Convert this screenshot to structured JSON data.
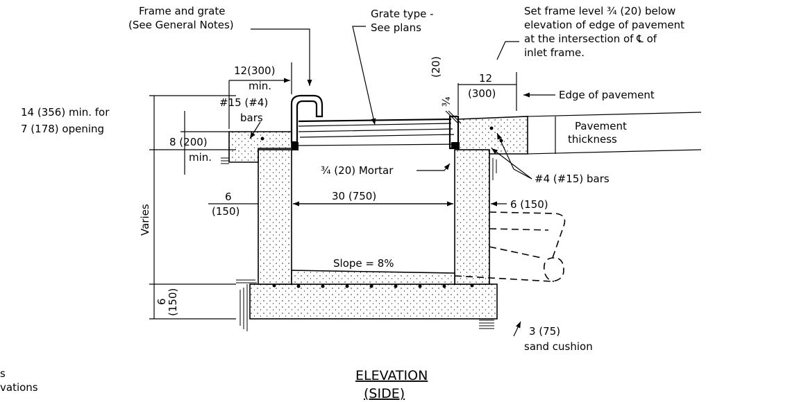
{
  "labels": {
    "frame_grate_1": "Frame and grate",
    "frame_grate_2": "(See General Notes)",
    "grate_type_1": "Grate type -",
    "grate_type_2": "See plans",
    "set_frame_1": "Set frame level ¾ (20) below",
    "set_frame_2": "elevation of edge of pavement",
    "set_frame_3": "at the intersection of ℄ of",
    "set_frame_4": "inlet frame.",
    "dim_12_300_top": "12(300)",
    "dim_min_top": "min.",
    "dim_vert_20": "(20)",
    "dim_vert_34": "¾",
    "dim_right_12": "12",
    "dim_right_300": "(300)",
    "edge_pavement": "Edge of pavement",
    "dim_14_1": "14 (356) min. for",
    "dim_14_2": "7 (178) opening",
    "bars_15_1": "#15 (#4)",
    "bars_15_2": "bars",
    "pavement_1": "Pavement",
    "pavement_2": "thickness",
    "dim_8": "8 (200)",
    "dim_8_min": "min.",
    "mortar": "¾ (20) Mortar",
    "bars_4": "#4 (#15) bars",
    "varies": "Varies",
    "dim_6_left": "6",
    "dim_150_left": "(150)",
    "dim_30": "30 (750)",
    "dim_6_right": "6 (150)",
    "slope": "Slope = 8%",
    "dim_6_bottom": "6",
    "dim_150_bottom": "(150)",
    "sand_1": "3 (75)",
    "sand_2": "sand cushion",
    "partial_1": "s",
    "partial_2": "vations"
  },
  "title": {
    "main": "ELEVATION",
    "sub": "(SIDE)"
  }
}
